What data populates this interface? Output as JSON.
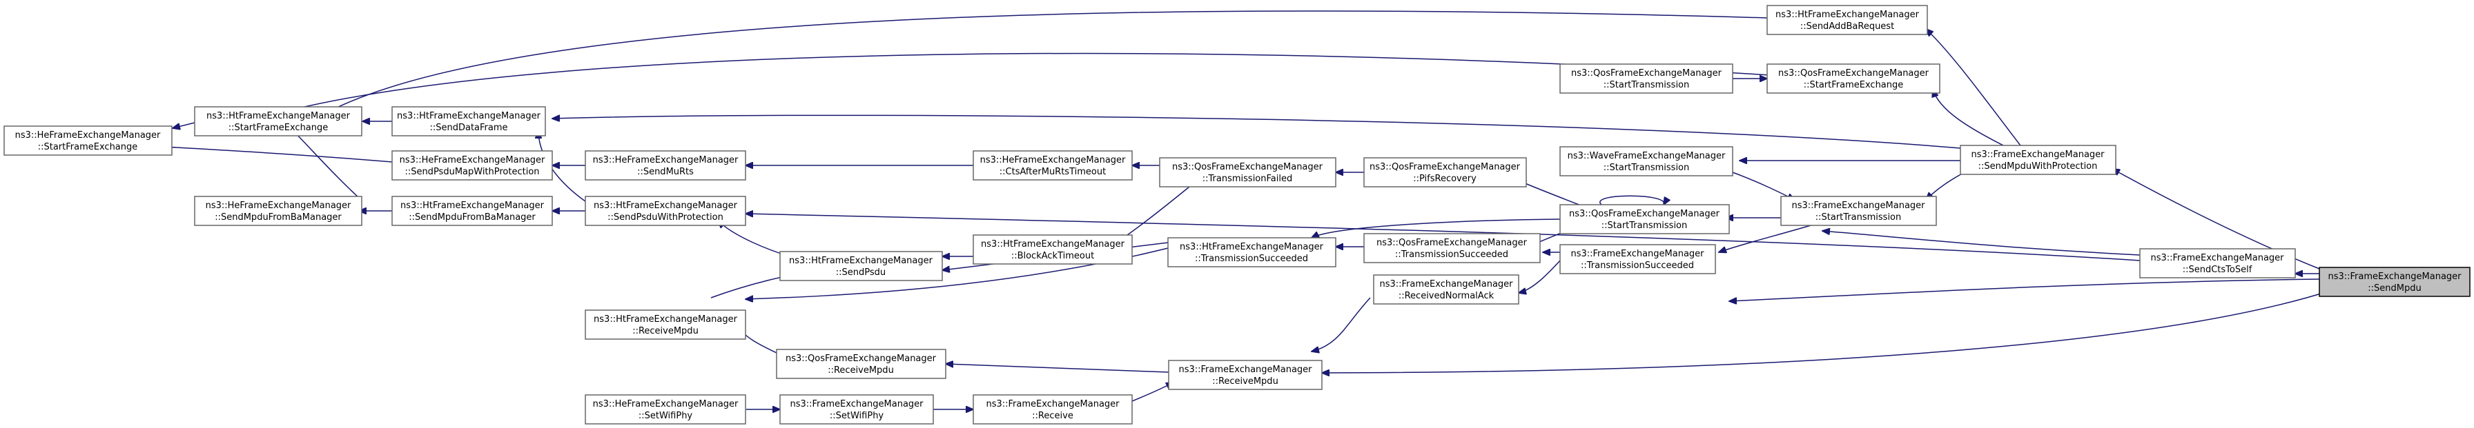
{
  "graph": {
    "title": "",
    "colors": {
      "edge": "#191970",
      "node_border": "#666666",
      "highlight_fill": "#bfbfbf"
    },
    "nodes": [
      {
        "id": "he_start",
        "line1": "ns3::HeFrameExchangeManager",
        "line2": "::StartFrameExchange"
      },
      {
        "id": "ht_start",
        "line1": "ns3::HtFrameExchangeManager",
        "line2": "::StartFrameExchange"
      },
      {
        "id": "ht_senddata",
        "line1": "ns3::HtFrameExchangeManager",
        "line2": "::SendDataFrame"
      },
      {
        "id": "he_psdumap",
        "line1": "ns3::HeFrameExchangeManager",
        "line2": "::SendPsduMapWithProtection"
      },
      {
        "id": "he_mpdubam",
        "line1": "ns3::HeFrameExchangeManager",
        "line2": "::SendMpduFromBaManager"
      },
      {
        "id": "ht_mpdubam",
        "line1": "ns3::HtFrameExchangeManager",
        "line2": "::SendMpduFromBaManager"
      },
      {
        "id": "he_sendmurts",
        "line1": "ns3::HeFrameExchangeManager",
        "line2": "::SendMuRts"
      },
      {
        "id": "ht_psduprot",
        "line1": "ns3::HtFrameExchangeManager",
        "line2": "::SendPsduWithProtection"
      },
      {
        "id": "ht_recvmpdu",
        "line1": "ns3::HtFrameExchangeManager",
        "line2": "::ReceiveMpdu"
      },
      {
        "id": "ht_sendpsdu",
        "line1": "ns3::HtFrameExchangeManager",
        "line2": "::SendPsdu"
      },
      {
        "id": "qos_recvmpdu",
        "line1": "ns3::QosFrameExchangeManager",
        "line2": "::ReceiveMpdu"
      },
      {
        "id": "he_setwifiphy",
        "line1": "ns3::HeFrameExchangeManager",
        "line2": "::SetWifiPhy"
      },
      {
        "id": "ht_setwifiphy",
        "line1": "ns3::FrameExchangeManager",
        "line2": "::SetWifiPhy"
      },
      {
        "id": "fem_receive",
        "line1": "ns3::FrameExchangeManager",
        "line2": "::Receive"
      },
      {
        "id": "he_ctsafter",
        "line1": "ns3::HeFrameExchangeManager",
        "line2": "::CtsAfterMuRtsTimeout"
      },
      {
        "id": "ht_blockack",
        "line1": "ns3::HtFrameExchangeManager",
        "line2": "::BlockAckTimeout"
      },
      {
        "id": "qos_txfailed",
        "line1": "ns3::QosFrameExchangeManager",
        "line2": "::TransmissionFailed"
      },
      {
        "id": "ht_txsucc",
        "line1": "ns3::HtFrameExchangeManager",
        "line2": "::TransmissionSucceeded"
      },
      {
        "id": "fem_recvmpdu",
        "line1": "ns3::FrameExchangeManager",
        "line2": "::ReceiveMpdu"
      },
      {
        "id": "qos_pifs",
        "line1": "ns3::QosFrameExchangeManager",
        "line2": "::PifsRecovery"
      },
      {
        "id": "qos_txsucc",
        "line1": "ns3::QosFrameExchangeManager",
        "line2": "::TransmissionSucceeded"
      },
      {
        "id": "fem_normalack",
        "line1": "ns3::FrameExchangeManager",
        "line2": "::ReceivedNormalAck"
      },
      {
        "id": "qos_starttx",
        "line1": "ns3::QosFrameExchangeManager",
        "line2": "::StartTransmission"
      },
      {
        "id": "wave_starttx",
        "line1": "ns3::WaveFrameExchangeManager",
        "line2": "::StartTransmission"
      },
      {
        "id": "fem_txsucc",
        "line1": "ns3::FrameExchangeManager",
        "line2": "::TransmissionSucceeded"
      },
      {
        "id": "qos_starttx2",
        "line1": "ns3::QosFrameExchangeManager",
        "line2": "::StartTransmission"
      },
      {
        "id": "ht_addba",
        "line1": "ns3::HtFrameExchangeManager",
        "line2": "::SendAddBaRequest"
      },
      {
        "id": "qos_startfe",
        "line1": "ns3::QosFrameExchangeManager",
        "line2": "::StartFrameExchange"
      },
      {
        "id": "fem_starttx",
        "line1": "ns3::FrameExchangeManager",
        "line2": "::StartTransmission"
      },
      {
        "id": "fem_sendmpduprot",
        "line1": "ns3::FrameExchangeManager",
        "line2": "::SendMpduWithProtection"
      },
      {
        "id": "fem_sendcts",
        "line1": "ns3::FrameExchangeManager",
        "line2": "::SendCtsToSelf"
      },
      {
        "id": "fem_sendmpdu",
        "line1": "ns3::FrameExchangeManager",
        "line2": "::SendMpdu",
        "highlight": true
      }
    ]
  }
}
